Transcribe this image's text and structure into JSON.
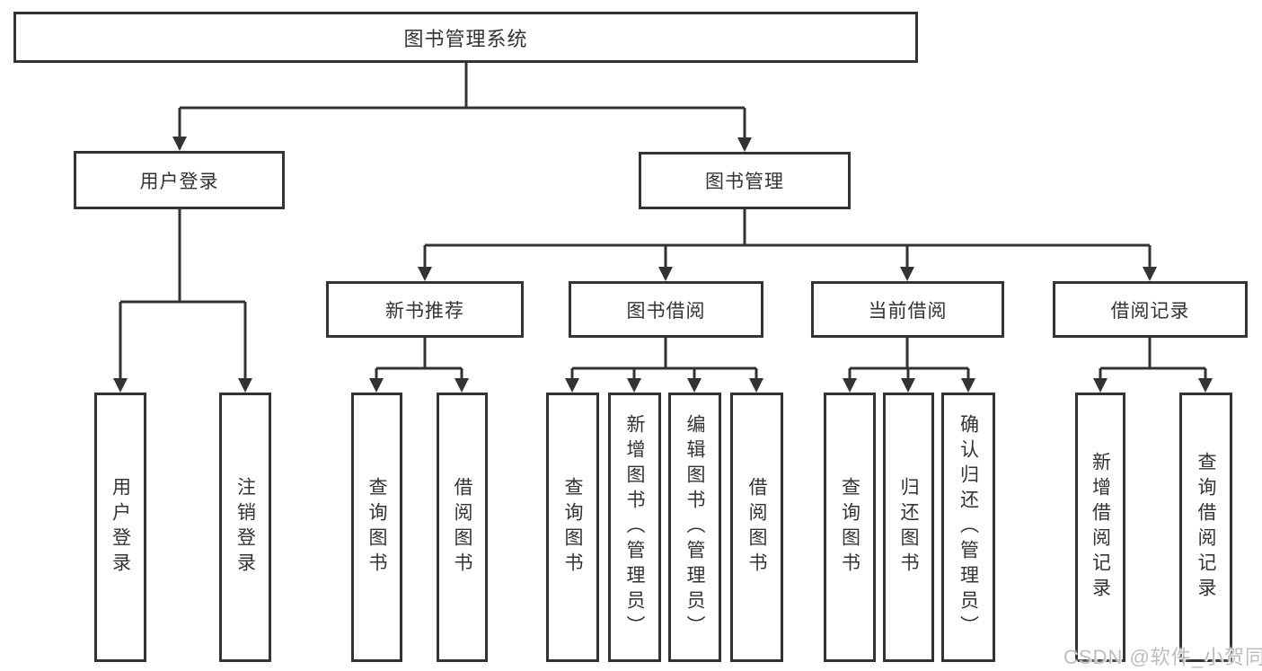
{
  "diagram_type": "hierarchy-tree",
  "colors": {
    "line": "#333333",
    "box_border": "#333333",
    "text": "#333333",
    "background": "#ffffff",
    "watermark": "#bdbdbd"
  },
  "tree": {
    "root": {
      "label": "图书管理系统"
    },
    "branches": [
      {
        "label": "用户登录",
        "children": [
          {
            "label": "用户登录"
          },
          {
            "label": "注销登录"
          }
        ]
      },
      {
        "label": "图书管理",
        "children": [
          {
            "label": "新书推荐",
            "children": [
              {
                "label": "查询图书"
              },
              {
                "label": "借阅图书"
              }
            ]
          },
          {
            "label": "图书借阅",
            "children": [
              {
                "label": "查询图书"
              },
              {
                "label": "新增图书（管理员）"
              },
              {
                "label": "编辑图书（管理员）"
              },
              {
                "label": "借阅图书"
              }
            ]
          },
          {
            "label": "当前借阅",
            "children": [
              {
                "label": "查询图书"
              },
              {
                "label": "归还图书"
              },
              {
                "label": "确认归还（管理员）"
              }
            ]
          },
          {
            "label": "借阅记录",
            "children": [
              {
                "label": "新增借阅记录"
              },
              {
                "label": "查询借阅记录"
              }
            ]
          }
        ]
      }
    ]
  },
  "watermark": {
    "text": "CSDN @软件_小贺同学"
  }
}
